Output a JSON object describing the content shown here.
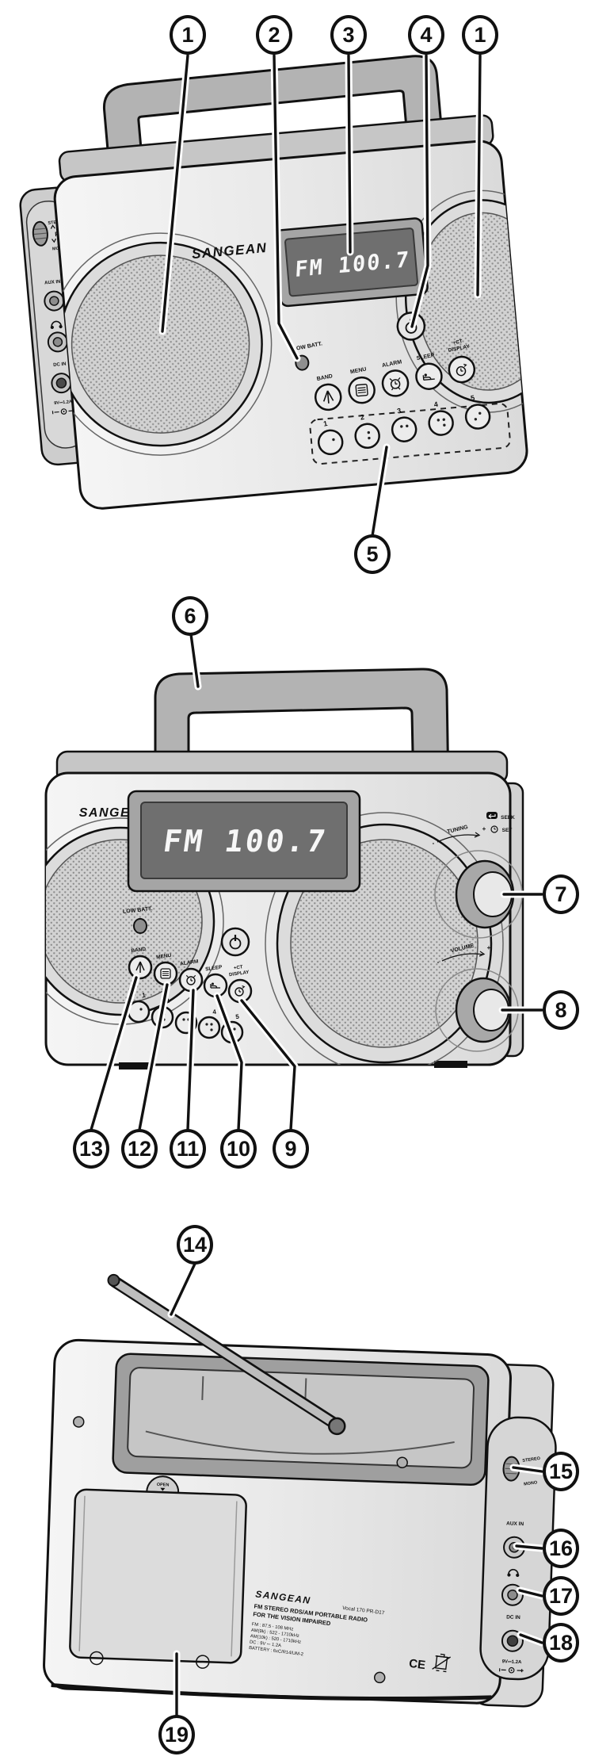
{
  "brand": "SANGEAN",
  "display": {
    "value": "FM 100.7"
  },
  "controls": {
    "low_batt": "LOW BATT.",
    "band": "BAND",
    "menu": "MENU",
    "alarm": "ALARM",
    "sleep": "SLEEP",
    "ct": "+CT",
    "display_btn": "DISPLAY",
    "tuning": "TUNING",
    "volume": "VOLUME",
    "seek": "SEEK",
    "set": "SET",
    "stereo": "STEREO",
    "fm": "FM",
    "mono": "MONO",
    "aux_in": "AUX IN",
    "dc_in": "DC IN",
    "dc_rating": "9V⎓1.2A",
    "open": "OPEN",
    "minus": "-",
    "plus": "+",
    "presets": [
      "1",
      "2",
      "3",
      "4",
      "5"
    ]
  },
  "rear_label": {
    "model": "Vocal 170   PR-D17",
    "title1": "FM STEREO RDS/AM PORTABLE RADIO",
    "title2": "FOR THE VISION IMPAIRED",
    "spec1": "FM : 87.5 - 108 MHz",
    "spec2": "AM(9k) : 522 - 1710kHz",
    "spec3": "AM(10k) : 520 - 1710kHz",
    "spec4": "DC : 9V ⎓ 1.2A",
    "spec5": "BATTERY : 6xC/R14/UM-2",
    "ce": "CE"
  },
  "callouts": {
    "c1": "1",
    "c2": "2",
    "c3": "3",
    "c4": "4",
    "c5": "5",
    "c6": "6",
    "c7": "7",
    "c8": "8",
    "c9": "9",
    "c10": "10",
    "c11": "11",
    "c12": "12",
    "c13": "13",
    "c14": "14",
    "c15": "15",
    "c16": "16",
    "c17": "17",
    "c18": "18",
    "c19": "19"
  }
}
